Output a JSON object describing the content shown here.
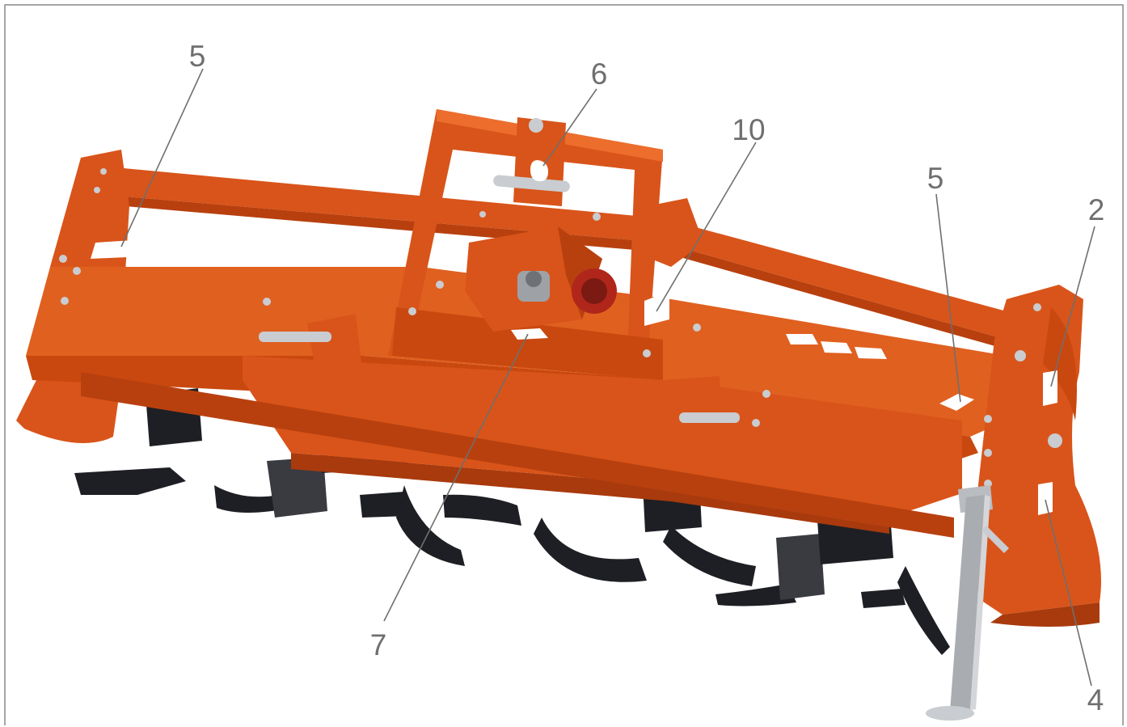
{
  "figure": {
    "subject": "rotary-tiller",
    "colors": {
      "frame_orange": "#d9541a",
      "frame_shadow": "#b8400f",
      "frame_highlight": "#ec6d2c",
      "blade_black": "#1e1f24",
      "bolt_grey": "#c9ccd0",
      "stand_grey": "#b9bcc0",
      "callout_grey": "#6f6f6f",
      "border_grey": "#888888"
    },
    "callouts": [
      {
        "id": "5a",
        "label": "5"
      },
      {
        "id": "6",
        "label": "6"
      },
      {
        "id": "10",
        "label": "10"
      },
      {
        "id": "5b",
        "label": "5"
      },
      {
        "id": "2",
        "label": "2"
      },
      {
        "id": "7",
        "label": "7"
      },
      {
        "id": "4",
        "label": "4"
      }
    ]
  }
}
